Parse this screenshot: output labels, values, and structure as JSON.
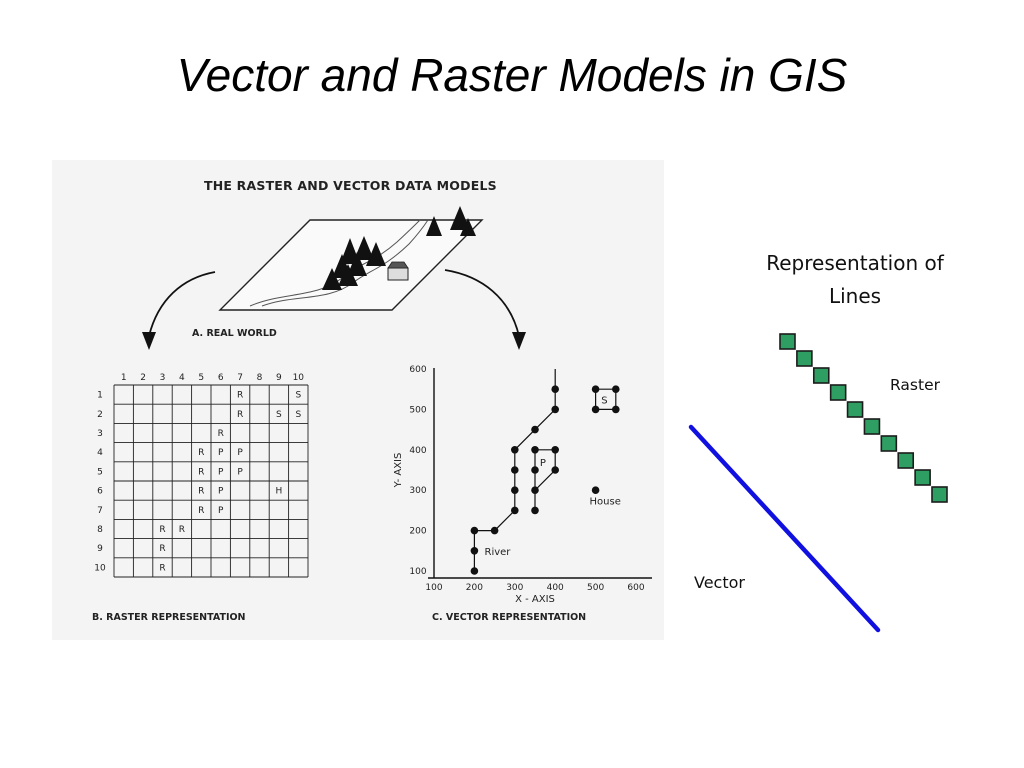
{
  "slide": {
    "title": "Vector and Raster Models in GIS"
  },
  "figure": {
    "heading": "THE RASTER AND VECTOR DATA MODELS",
    "real_world_caption": "A.  REAL WORLD",
    "raster_caption": "B.  RASTER REPRESENTATION",
    "vector_caption": "C.  VECTOR REPRESENTATION",
    "raster_grid": {
      "columns": [
        "1",
        "2",
        "3",
        "4",
        "5",
        "6",
        "7",
        "8",
        "9",
        "10"
      ],
      "rows": [
        "1",
        "2",
        "3",
        "4",
        "5",
        "6",
        "7",
        "8",
        "9",
        "10"
      ],
      "cells": [
        {
          "row": 1,
          "col": 6,
          "text": "R"
        },
        {
          "row": 1,
          "col": 9,
          "text": "S"
        },
        {
          "row": 2,
          "col": 6,
          "text": "R"
        },
        {
          "row": 2,
          "col": 8,
          "text": "S"
        },
        {
          "row": 2,
          "col": 9,
          "text": "S"
        },
        {
          "row": 3,
          "col": 5,
          "text": "R"
        },
        {
          "row": 4,
          "col": 4,
          "text": "R"
        },
        {
          "row": 4,
          "col": 5,
          "text": "P"
        },
        {
          "row": 4,
          "col": 6,
          "text": "P"
        },
        {
          "row": 5,
          "col": 4,
          "text": "R"
        },
        {
          "row": 5,
          "col": 5,
          "text": "P"
        },
        {
          "row": 5,
          "col": 6,
          "text": "P"
        },
        {
          "row": 6,
          "col": 4,
          "text": "R"
        },
        {
          "row": 6,
          "col": 5,
          "text": "P"
        },
        {
          "row": 6,
          "col": 8,
          "text": "H"
        },
        {
          "row": 7,
          "col": 4,
          "text": "R"
        },
        {
          "row": 7,
          "col": 5,
          "text": "P"
        },
        {
          "row": 8,
          "col": 2,
          "text": "R"
        },
        {
          "row": 8,
          "col": 3,
          "text": "R"
        },
        {
          "row": 9,
          "col": 2,
          "text": "R"
        },
        {
          "row": 10,
          "col": 2,
          "text": "R"
        }
      ]
    },
    "vector_plot": {
      "xlabel": "X - AXIS",
      "ylabel": "Y- AXIS",
      "x_ticks": [
        "100",
        "200",
        "300",
        "400",
        "500",
        "600"
      ],
      "y_ticks": [
        "100",
        "200",
        "300",
        "400",
        "500",
        "600"
      ],
      "labels": {
        "river": "River",
        "park": "P",
        "school": "S",
        "house": "House"
      },
      "river": [
        [
          200,
          100
        ],
        [
          200,
          150
        ],
        [
          200,
          200
        ],
        [
          250,
          200
        ],
        [
          300,
          250
        ],
        [
          300,
          300
        ],
        [
          300,
          350
        ],
        [
          300,
          400
        ],
        [
          350,
          450
        ],
        [
          400,
          500
        ],
        [
          400,
          550
        ],
        [
          400,
          600
        ]
      ],
      "park": [
        [
          350,
          400
        ],
        [
          400,
          400
        ],
        [
          400,
          350
        ],
        [
          350,
          300
        ],
        [
          350,
          250
        ],
        [
          350,
          350
        ]
      ],
      "school": [
        [
          500,
          550
        ],
        [
          550,
          550
        ],
        [
          550,
          500
        ],
        [
          500,
          500
        ]
      ],
      "house": [
        500,
        300
      ]
    }
  },
  "legend": {
    "title": "Representation of Lines",
    "raster_label": "Raster",
    "vector_label": "Vector",
    "raster_cell_count": 10,
    "raster_color": "#2f9e63",
    "vector_color": "#1010e0"
  }
}
